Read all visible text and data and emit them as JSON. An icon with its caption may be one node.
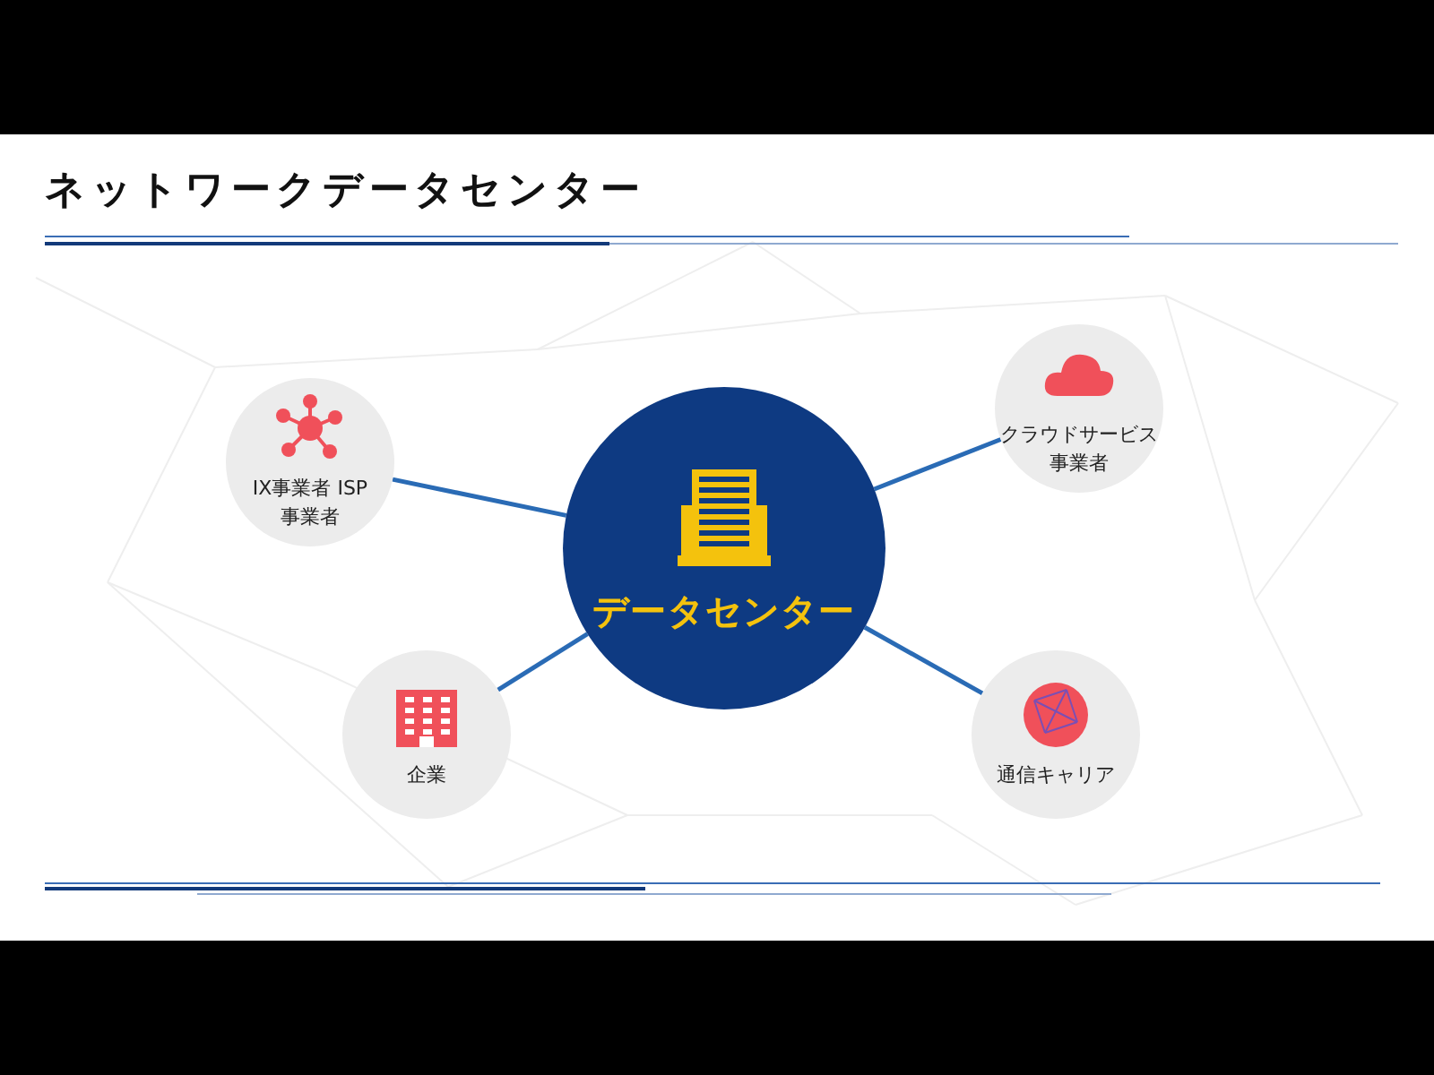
{
  "diagram": {
    "title": "ネットワークデータセンター",
    "nodes": [
      {
        "text": [
          "クラウドサービス事業者"
        ]
      },
      {
        "text": [
          "IX事業者 ISP事業者"
        ]
      },
      {
        "text": [
          "データセンター"
        ]
      },
      {
        "text": [
          "企業"
        ]
      },
      {
        "text": [
          "通信キャリア"
        ]
      }
    ],
    "edges": [
      {
        "from": 2,
        "to": 0,
        "arrow": "none"
      },
      {
        "from": 2,
        "to": 1,
        "arrow": "none"
      },
      {
        "from": 2,
        "to": 3,
        "arrow": "none"
      },
      {
        "from": 2,
        "to": 4,
        "arrow": "none"
      }
    ]
  }
}
